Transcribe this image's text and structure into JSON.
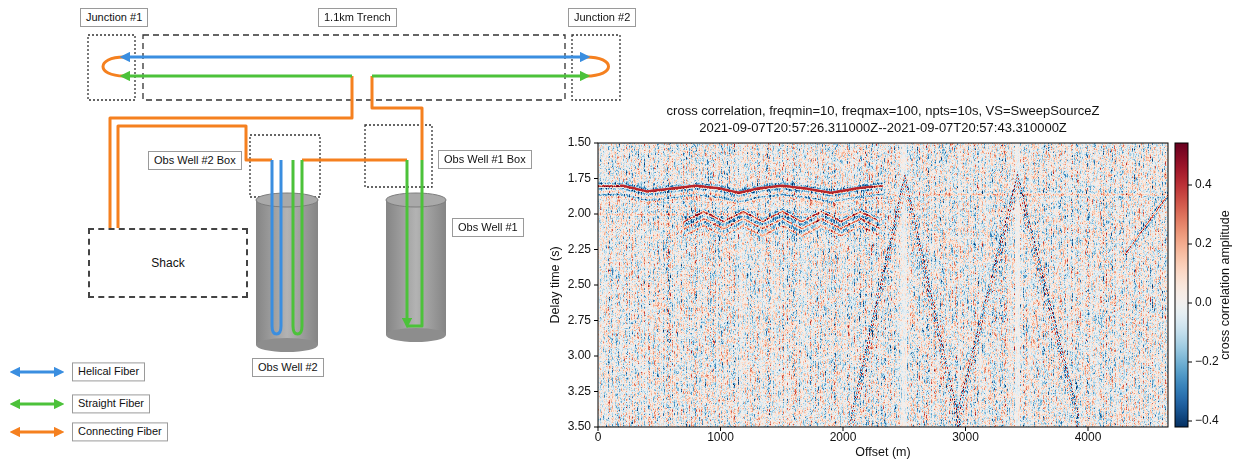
{
  "diagram": {
    "nodes": [
      {
        "text": [
          "Junction #1"
        ]
      },
      {
        "text": [
          "1.1km Trench"
        ]
      },
      {
        "text": [
          "Junction #2"
        ]
      },
      {
        "text": [
          "Obs Well #2 Box"
        ]
      },
      {
        "text": [
          "Obs Well #1 Box"
        ]
      },
      {
        "text": [
          "Obs Well #1"
        ]
      },
      {
        "text": [
          "Shack"
        ]
      },
      {
        "text": [
          "Obs Well #2"
        ]
      }
    ],
    "labels": [
      "cross correlation, freqmin=10, freqmax=100, npts=10s, VS=SweepSourceZ",
      "2021-09-07T20:57:26.311000Z--2021-09-07T20:57:43.310000Z",
      "1.50",
      "1.75",
      "2.00",
      "2.25",
      "2.50",
      "2.75",
      "3.00",
      "3.25",
      "3.50",
      "Delay time (s)",
      "0",
      "1000",
      "2000",
      "3000",
      "4000",
      "Offset (m)",
      "0.4",
      "0.2",
      "0.0",
      "−0.2",
      "−0.4",
      "cross correlation amplitude"
    ],
    "legend": [
      {
        "text": "Helical Fiber"
      },
      {
        "text": "Straight Fiber"
      },
      {
        "text": "Connecting Fiber"
      }
    ]
  }
}
